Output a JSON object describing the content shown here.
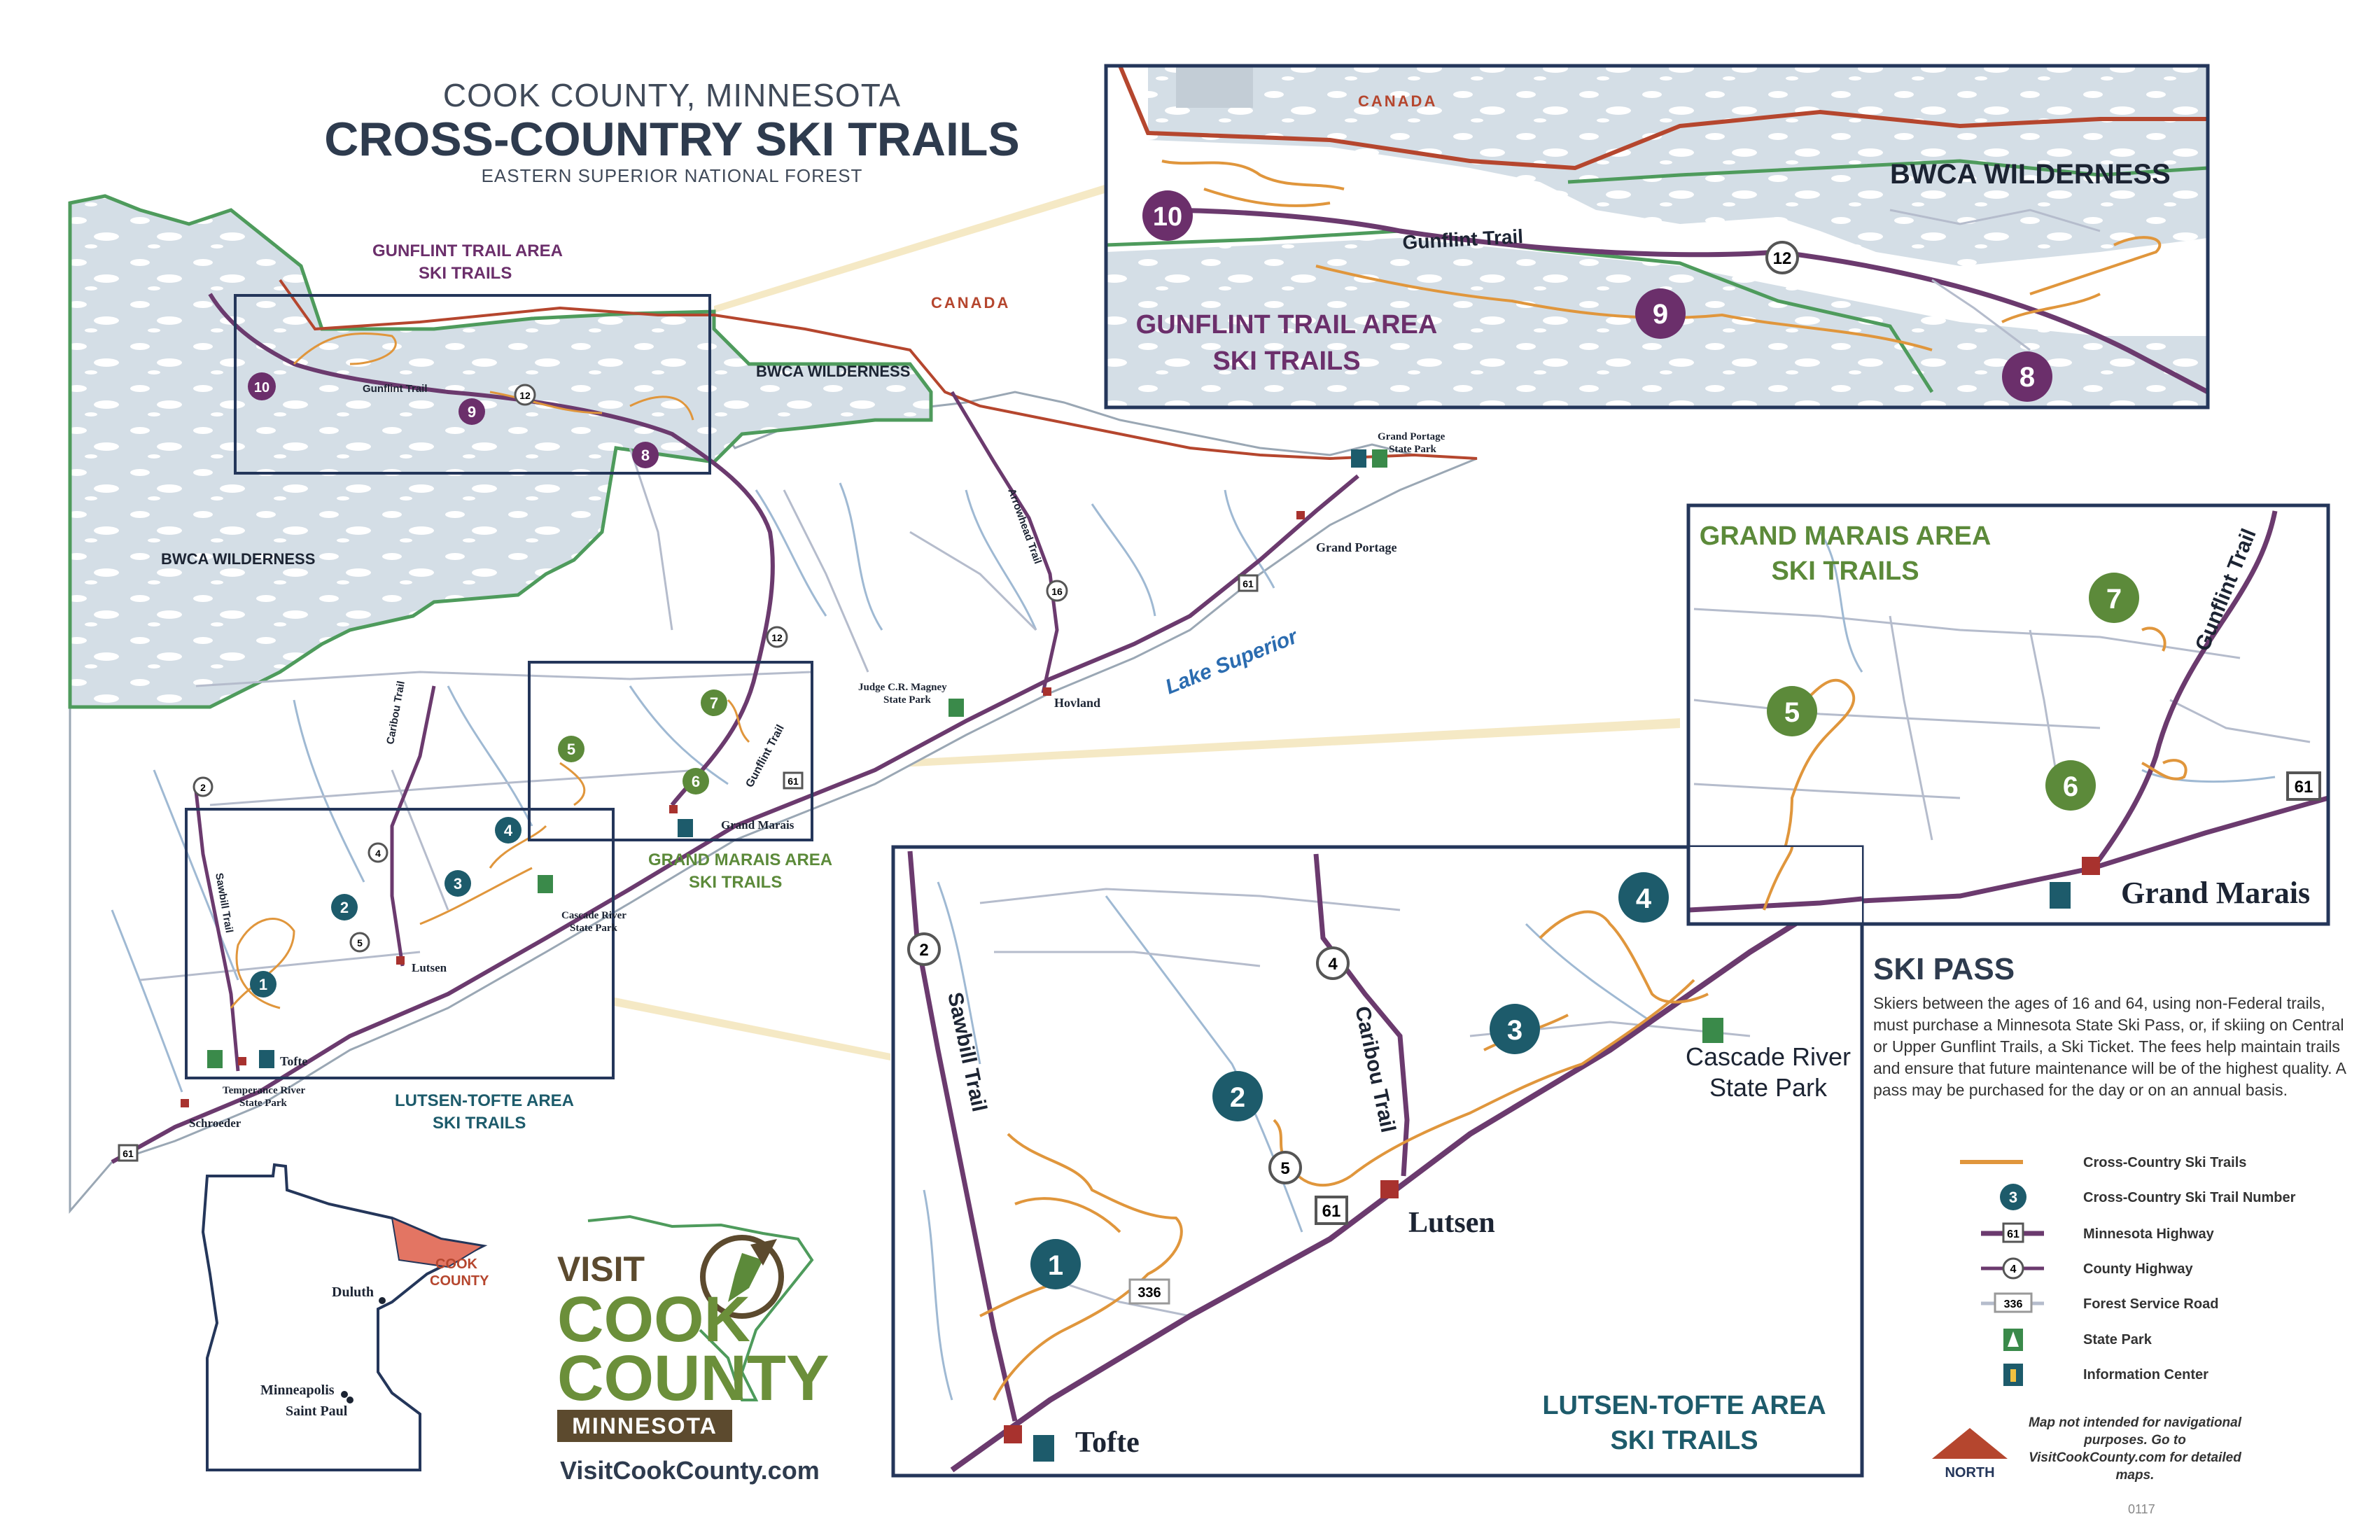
{
  "title": {
    "top": "COOK COUNTY, MINNESOTA",
    "main": "CROSS-COUNTRY SKI TRAILS",
    "sub": "EASTERN SUPERIOR NATIONAL FOREST"
  },
  "areas": {
    "gunflint_l1": "GUNFLINT TRAIL AREA",
    "gunflint_l2": "SKI TRAILS",
    "grandmarais_l1": "GRAND MARAIS AREA",
    "grandmarais_l2": "SKI TRAILS",
    "lutsen_l1": "LUTSEN-TOFTE AREA",
    "lutsen_l2": "SKI TRAILS"
  },
  "labels": {
    "canada": "CANADA",
    "bwca": "BWCA WILDERNESS",
    "lake_superior": "Lake Superior",
    "gunflint_trail": "Gunflint Trail",
    "arrowhead_trail": "Arrowhead Trail",
    "caribou_trail": "Caribou Trail",
    "sawbill_trail": "Sawbill Trail",
    "grand_portage_sp_l1": "Grand Portage",
    "grand_portage_sp_l2": "State Park",
    "grand_portage": "Grand Portage",
    "judge_l1": "Judge C.R. Magney",
    "judge_l2": "State Park",
    "hovland": "Hovland",
    "grand_marais": "Grand Marais",
    "cascade_l1": "Cascade River",
    "cascade_l2": "State Park",
    "lutsen": "Lutsen",
    "tofte": "Tofte",
    "temperance_l1": "Temperance River",
    "temperance_l2": "State Park",
    "schroeder": "Schroeder",
    "duluth": "Duluth",
    "minneapolis": "Minneapolis",
    "saint_paul": "Saint Paul",
    "cook_county_l1": "COOK",
    "cook_county_l2": "COUNTY"
  },
  "trail_numbers": [
    "1",
    "2",
    "3",
    "4",
    "5",
    "6",
    "7",
    "8",
    "9",
    "10"
  ],
  "roads": {
    "hwy61": "61",
    "cty12": "12",
    "cty16": "16",
    "cty2": "2",
    "cty4": "4",
    "cty5": "5",
    "fs336": "336"
  },
  "skipass": {
    "title": "SKI PASS",
    "body": "Skiers between the ages of 16 and 64, using non-Federal trails, must purchase a Minnesota State Ski Pass, or, if skiing on Central or Upper Gunflint Trails, a Ski Ticket. The fees help maintain trails and ensure that future maintenance will be of the highest quality. A pass may be purchased for the day or on an annual basis."
  },
  "legend": {
    "ski_trails": "Cross-Country Ski Trails",
    "trail_number": "Cross-Country Ski Trail Number",
    "mn_highway": "Minnesota Highway",
    "county_highway": "County Highway",
    "forest_road": "Forest Service Road",
    "state_park": "State Park",
    "info_center": "Information Center",
    "sample_number": "3",
    "sample_hwy": "61",
    "sample_cty": "4",
    "sample_fs": "336"
  },
  "north": "NORTH",
  "disclaimer": "Map not intended for navigational purposes. Go to VisitCookCounty.com for detailed maps.",
  "doc_code": "0117",
  "logo": {
    "visit": "VISIT",
    "cook": "COOK",
    "county": "COUNTY",
    "minnesota": "MINNESOTA",
    "url": "VisitCookCounty.com"
  },
  "colors": {
    "wilderness": "#d4dee6",
    "trail": "#e0963c",
    "highway": "#6b3a6e",
    "canada_border": "#b5462e",
    "bwca_border": "#4e9b5c",
    "frame": "#24365a",
    "gunflint_badge": "#6b2f6b",
    "grandmarais_badge": "#5c8a3a",
    "lutsen_badge": "#1d5b6b",
    "streams": "#9fb9d3"
  }
}
